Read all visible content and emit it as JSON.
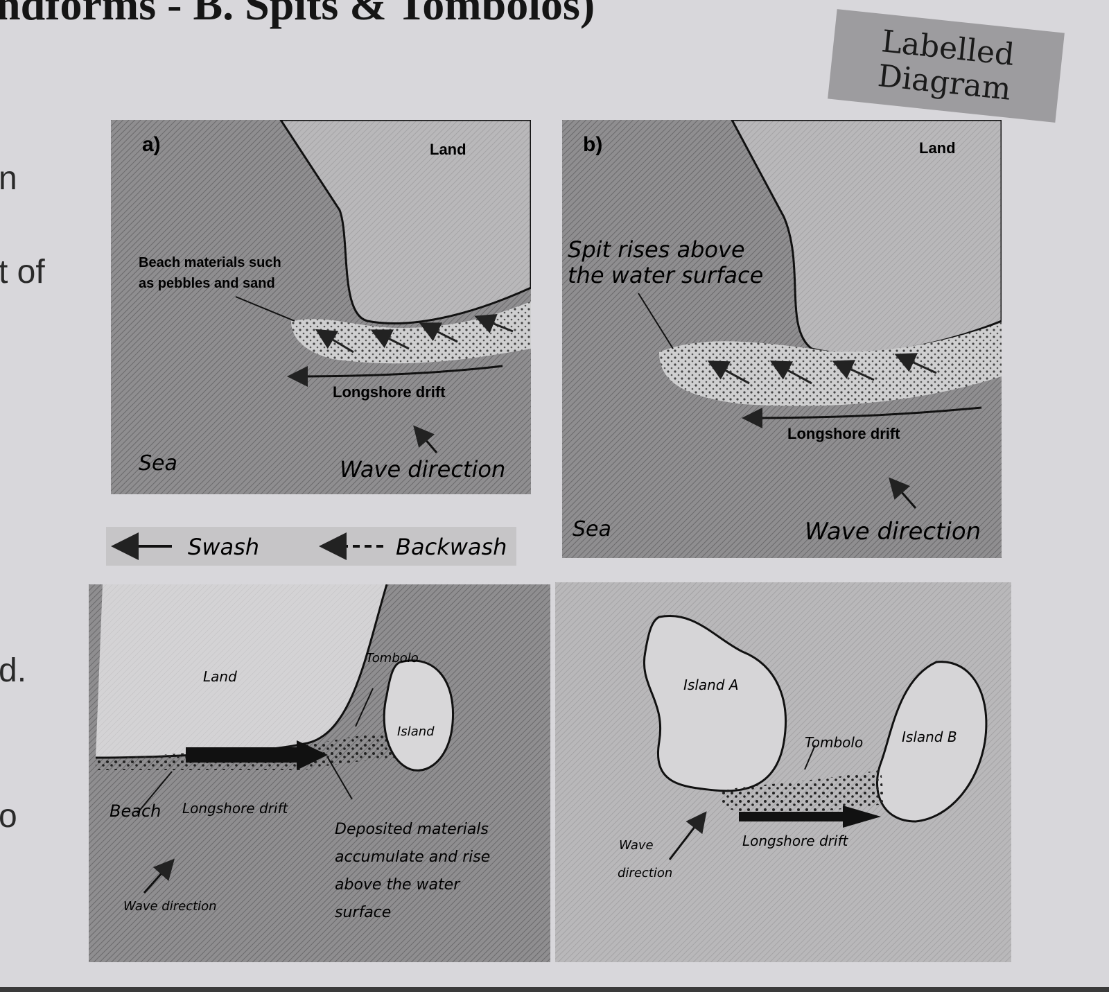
{
  "page": {
    "title": "ndforms - B. Spits & Tombolos)",
    "left_fragments": [
      "n",
      "t of",
      "d.",
      "o"
    ],
    "stamp": {
      "line1": "Labelled",
      "line2": "Diagram"
    }
  },
  "diagram_a": {
    "panel_label": "a)",
    "land": "Land",
    "sea": "Sea",
    "beach_line1": "Beach materials such",
    "beach_line2": "as pebbles and sand",
    "longshore": "Longshore drift",
    "wave": "Wave direction"
  },
  "legend": {
    "swash": "Swash",
    "backwash": "Backwash"
  },
  "diagram_b": {
    "panel_label": "b)",
    "land": "Land",
    "sea": "Sea",
    "spit_line1": "Spit rises above",
    "spit_line2": "the water surface",
    "longshore": "Longshore drift",
    "wave": "Wave direction"
  },
  "diagram_c": {
    "land": "Land",
    "tombolo": "Tombolo",
    "island": "Island",
    "beach": "Beach",
    "longshore": "Longshore drift",
    "deposit_line1": "Deposited materials",
    "deposit_line2": "accumulate and rise",
    "deposit_line3": "above the water",
    "deposit_line4": "surface",
    "wave": "Wave direction"
  },
  "diagram_d": {
    "island_a": "Island A",
    "island_b": "Island B",
    "tombolo": "Tombolo",
    "longshore": "Longshore drift",
    "wave_line1": "Wave",
    "wave_line2": "direction"
  }
}
